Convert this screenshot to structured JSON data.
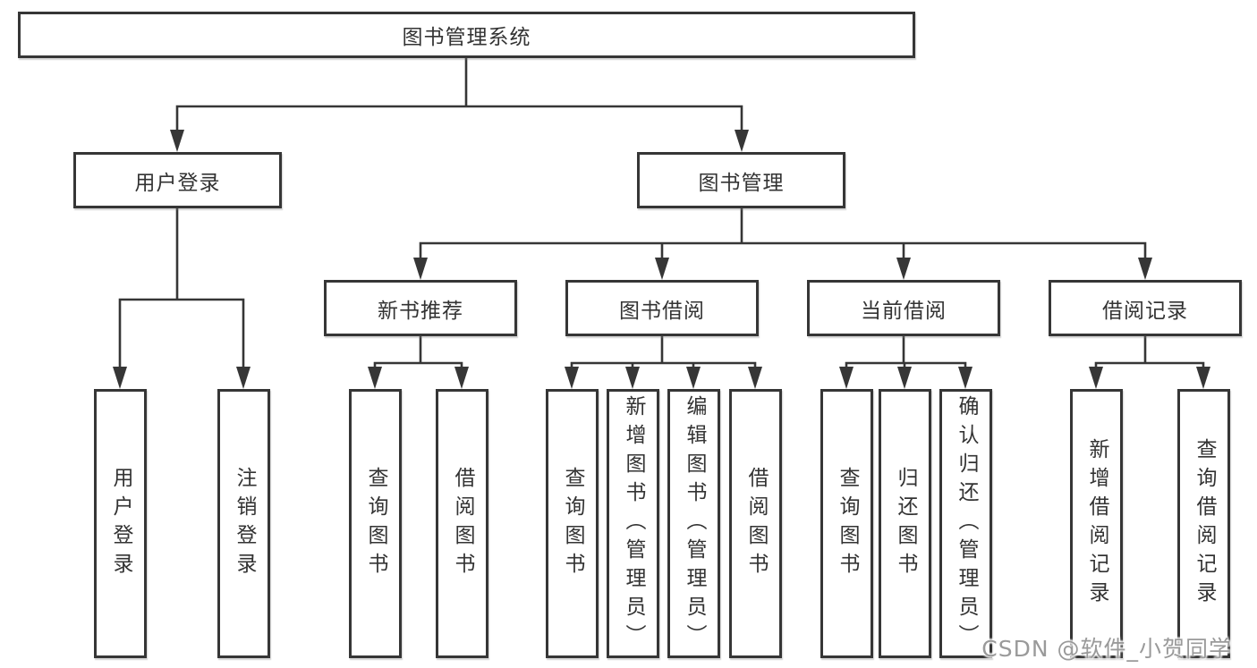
{
  "diagram": {
    "root": {
      "label": "图书管理系统"
    },
    "level2": [
      {
        "label": "用户登录"
      },
      {
        "label": "图书管理"
      }
    ],
    "level3": [
      {
        "label": "新书推荐"
      },
      {
        "label": "图书借阅"
      },
      {
        "label": "当前借阅"
      },
      {
        "label": "借阅记录"
      }
    ],
    "leaves": [
      {
        "label": "用户登录"
      },
      {
        "label": "注销登录"
      },
      {
        "label": "查询图书"
      },
      {
        "label": "借阅图书"
      },
      {
        "label": "查询图书"
      },
      {
        "label": "新增图书（管理员）"
      },
      {
        "label": "编辑图书（管理员）"
      },
      {
        "label": "借阅图书"
      },
      {
        "label": "查询图书"
      },
      {
        "label": "归还图书"
      },
      {
        "label": "确认归还（管理员）"
      },
      {
        "label": "新增借阅记录"
      },
      {
        "label": "查询借阅记录"
      }
    ]
  },
  "watermark": {
    "text": "CSDN @软件_小贺同学"
  },
  "colors": {
    "line": "#363636",
    "box_border": "#363636",
    "text": "#333333",
    "background": "#ffffff",
    "watermark": "#9a9a9a"
  }
}
